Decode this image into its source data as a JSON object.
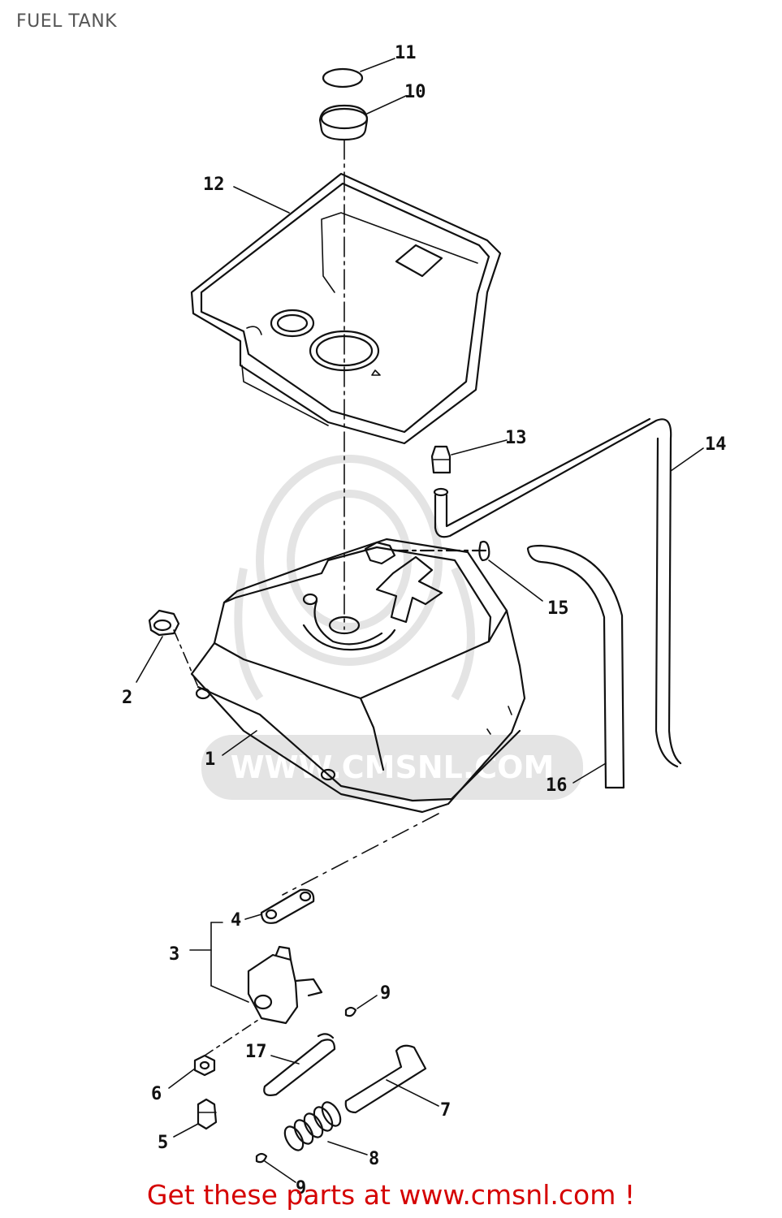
{
  "title": "FUEL TANK",
  "watermark": "WWW.CMSNL.COM",
  "footer_link": "Get these parts at www.cmsnl.com !",
  "callouts": {
    "c1": "1",
    "c2": "2",
    "c3": "3",
    "c4": "4",
    "c5": "5",
    "c6": "6",
    "c7": "7",
    "c8": "8",
    "c9a": "9",
    "c9b": "9",
    "c10": "10",
    "c11": "11",
    "c12": "12",
    "c13": "13",
    "c14": "14",
    "c15": "15",
    "c16": "16",
    "c17": "17"
  },
  "colors": {
    "footer": "#d50000",
    "title": "#555555",
    "watermark": "#e4e4e4"
  }
}
